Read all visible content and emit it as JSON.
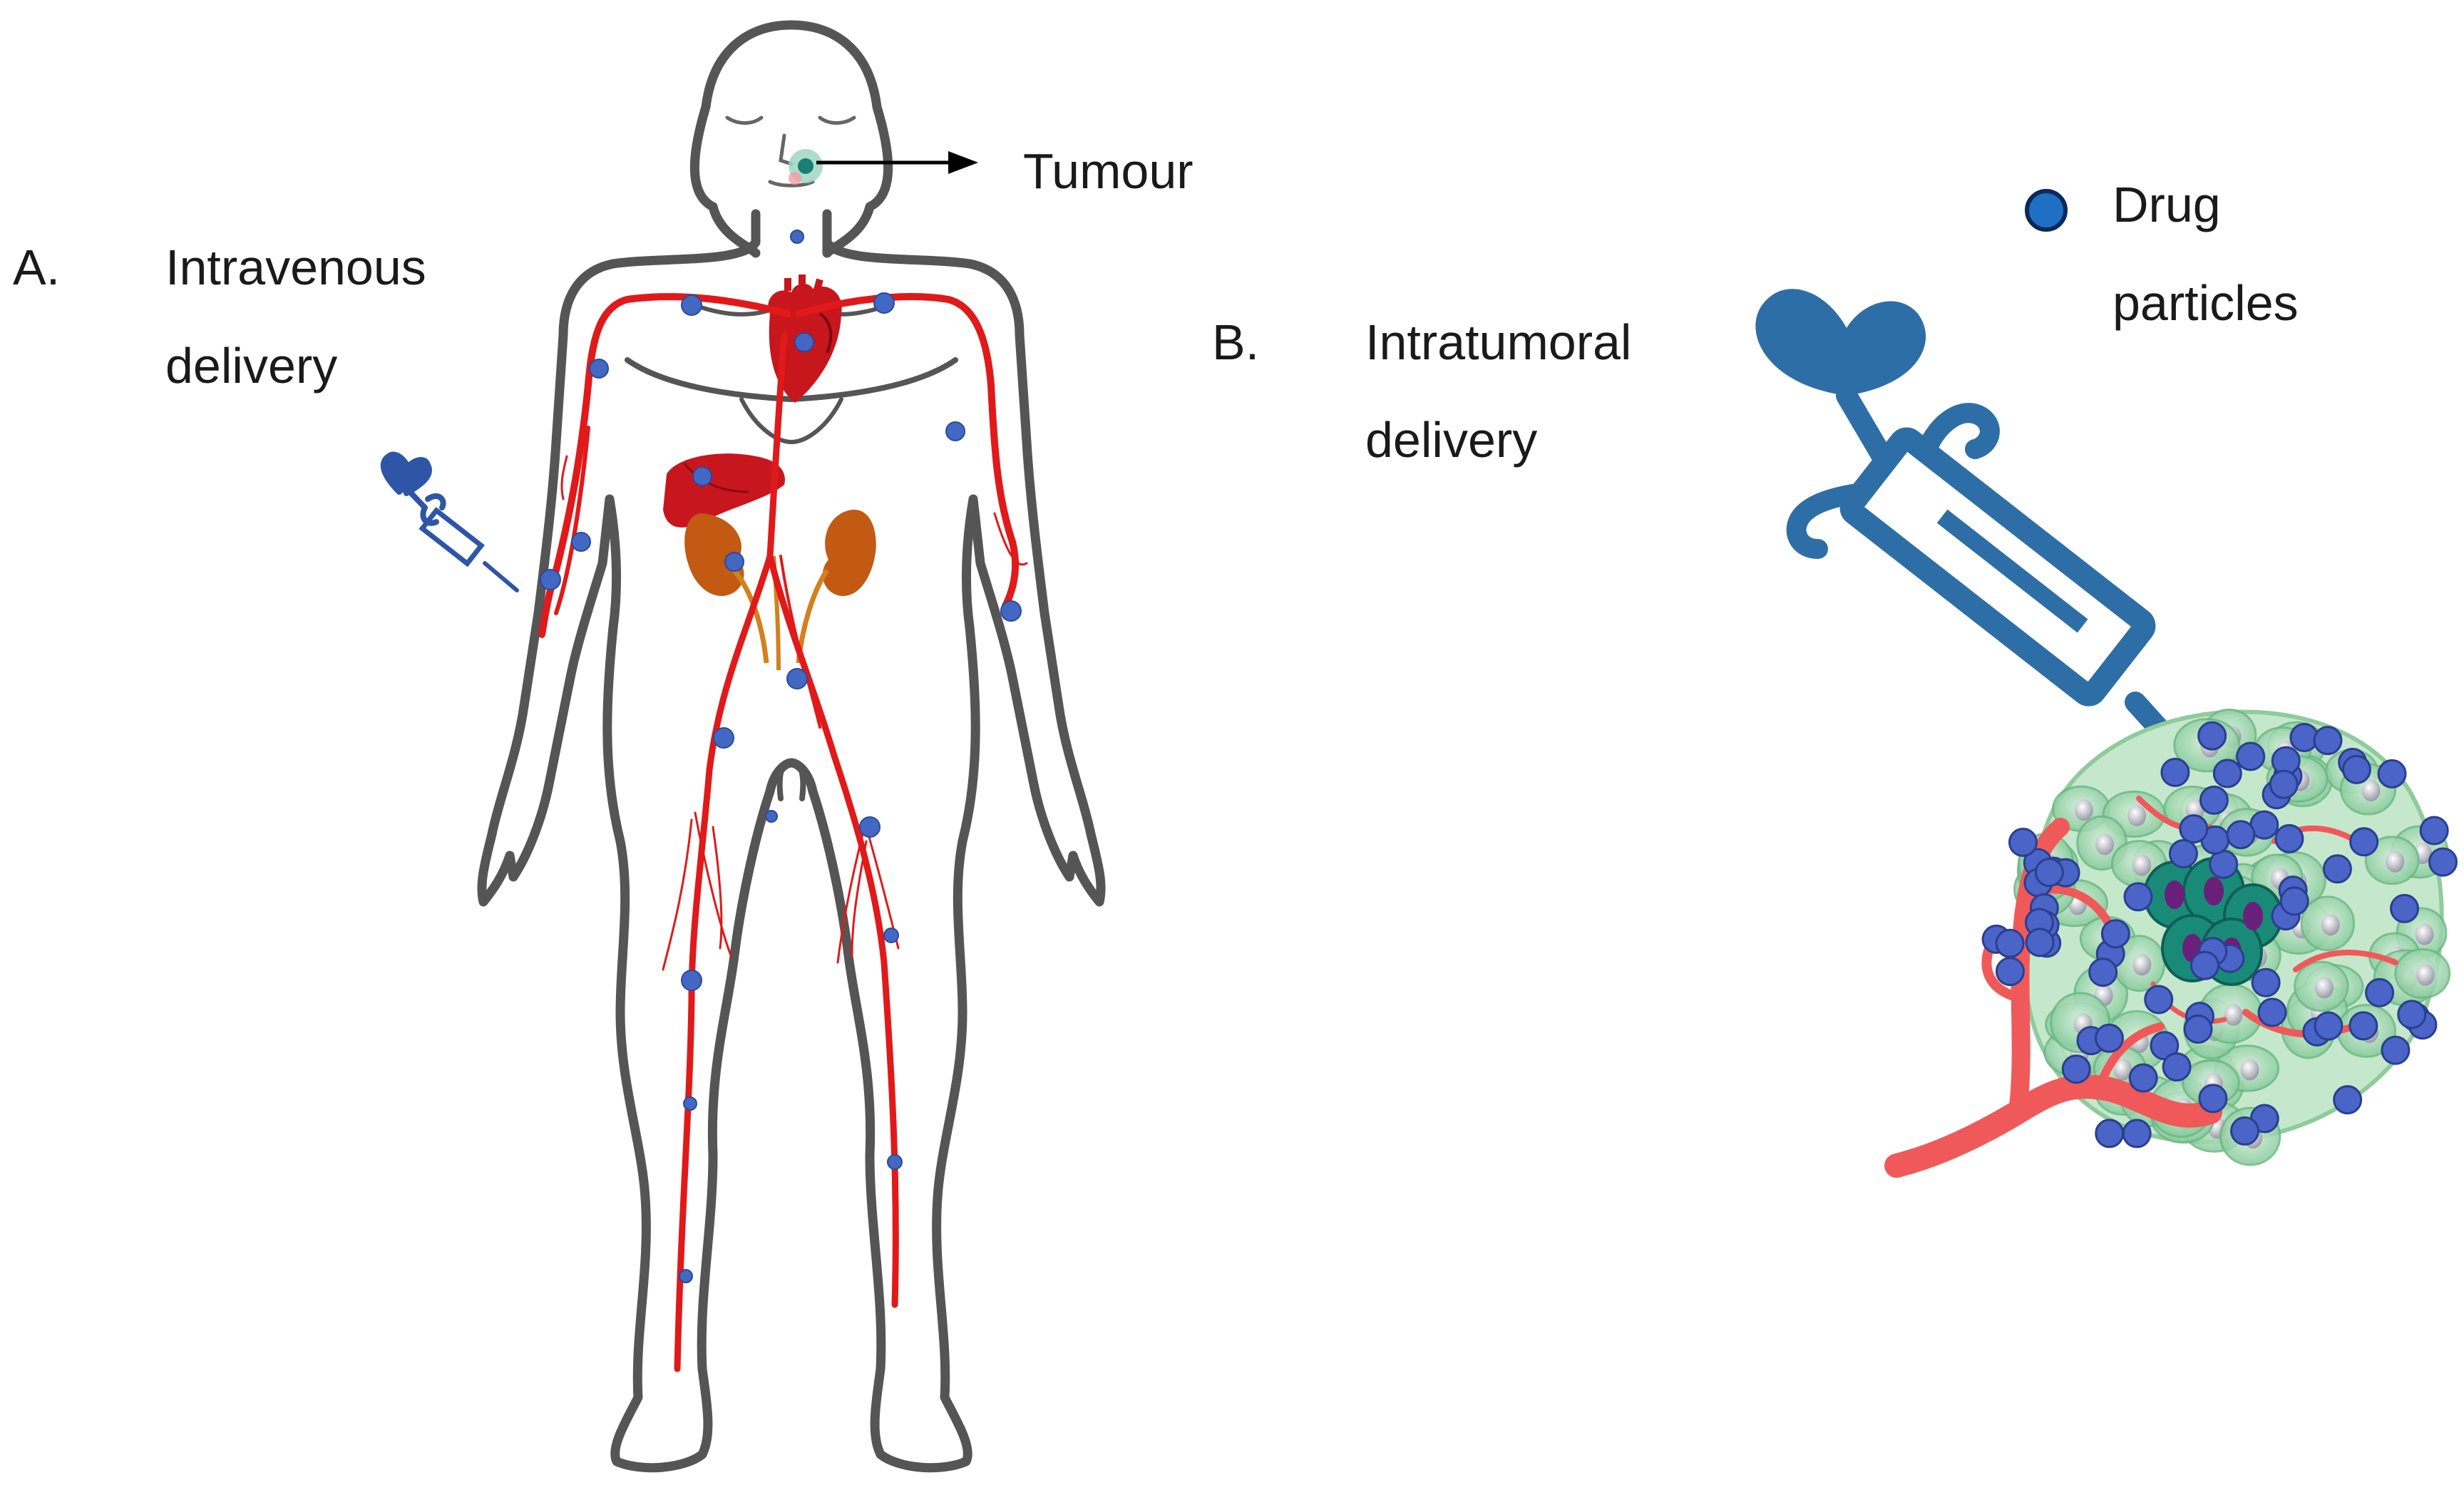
{
  "panel_a": {
    "letter": "A.",
    "label_line1": "Intravenous",
    "label_line2": "delivery"
  },
  "panel_b": {
    "letter": "B.",
    "label_line1": "Intratumoral",
    "label_line2": "delivery"
  },
  "tumour_label": "Tumour",
  "legend": {
    "line1": "Drug",
    "line2": "particles"
  },
  "colors": {
    "outline": "#555555",
    "vessel": "#e01a1a",
    "drug_particle": "#2a6bc2",
    "syringe": "#2e6ea6",
    "tumour_cells": "#8fd1a3",
    "tumour_core": "#1a8a78",
    "tumour_vessel": "#f0595a"
  }
}
